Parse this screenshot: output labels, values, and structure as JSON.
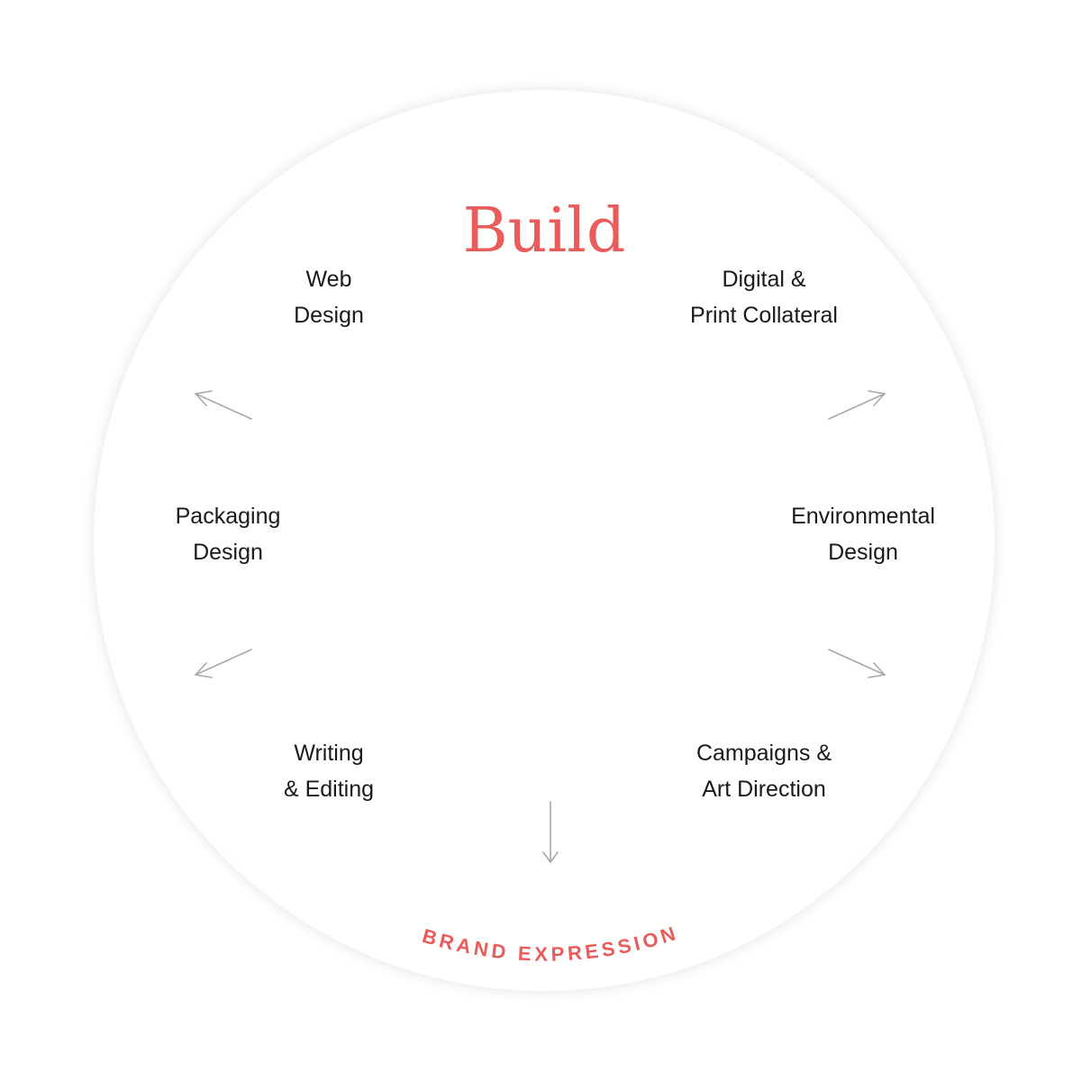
{
  "title": "Build",
  "colors": {
    "accent": "#ea5b5b",
    "text": "#1a1a1a",
    "arrow": "#a8a8a8"
  },
  "services": {
    "web_design": [
      "Web",
      "Design"
    ],
    "digital_print": [
      "Digital &",
      "Print Collateral"
    ],
    "packaging_design": [
      "Packaging",
      "Design"
    ],
    "environmental_design": [
      "Environmental",
      "Design"
    ],
    "writing_editing": [
      "Writing",
      "& Editing"
    ],
    "campaigns_art": [
      "Campaigns &",
      "Art Direction"
    ]
  },
  "footer_label": "BRAND EXPRESSION"
}
